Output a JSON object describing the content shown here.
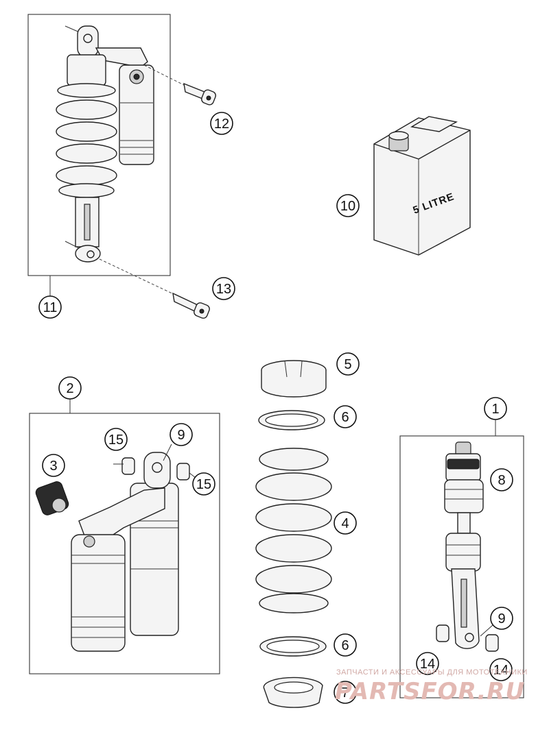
{
  "diagram": {
    "callouts": [
      {
        "id": "c1",
        "label": "1"
      },
      {
        "id": "c2",
        "label": "2"
      },
      {
        "id": "c3",
        "label": "3"
      },
      {
        "id": "c4",
        "label": "4"
      },
      {
        "id": "c5",
        "label": "5"
      },
      {
        "id": "c6a",
        "label": "6"
      },
      {
        "id": "c6b",
        "label": "6"
      },
      {
        "id": "c7",
        "label": "7"
      },
      {
        "id": "c8",
        "label": "8"
      },
      {
        "id": "c9a",
        "label": "9"
      },
      {
        "id": "c9b",
        "label": "9"
      },
      {
        "id": "c10",
        "label": "10"
      },
      {
        "id": "c11",
        "label": "11"
      },
      {
        "id": "c12",
        "label": "12"
      },
      {
        "id": "c13",
        "label": "13"
      },
      {
        "id": "c14a",
        "label": "14"
      },
      {
        "id": "c14b",
        "label": "14"
      },
      {
        "id": "c15a",
        "label": "15"
      },
      {
        "id": "c15b",
        "label": "15"
      }
    ],
    "oil_can_label": "5 LITRE"
  },
  "watermark": {
    "tagline": "ЗАПЧАСТИ И АКСЕССУАРЫ ДЛЯ МОТОТЕХНИКИ",
    "brand": "PARTSFOR.RU",
    "color": "#e3b9b3"
  }
}
